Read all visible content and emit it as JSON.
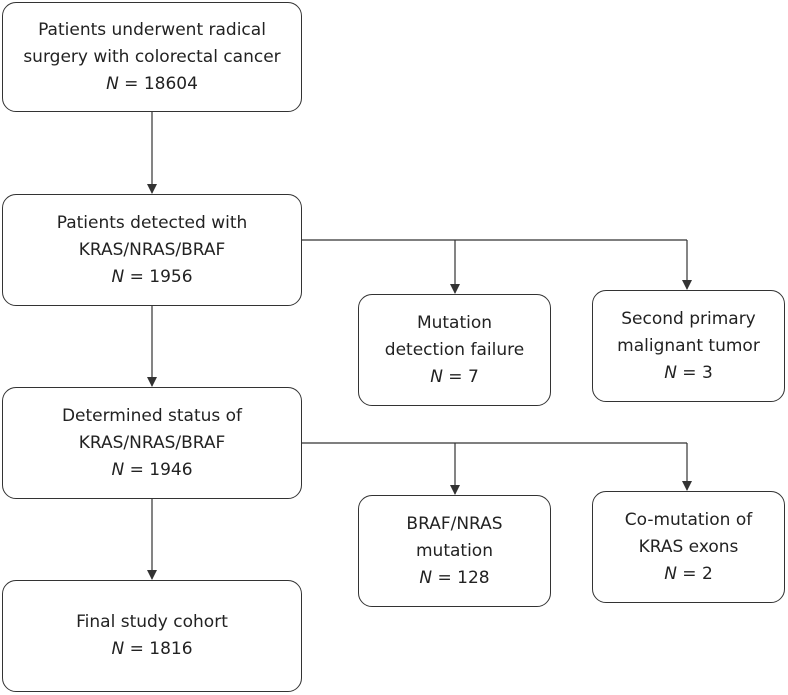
{
  "boxes": {
    "surgery": {
      "lines": [
        "Patients underwent radical",
        "surgery with colorectal cancer"
      ],
      "n_label": "N",
      "n_eq": " = ",
      "n_value": "18604"
    },
    "detected": {
      "lines": [
        "Patients detected with",
        "KRAS/NRAS/BRAF"
      ],
      "n_label": "N",
      "n_eq": " = ",
      "n_value": "1956"
    },
    "failure": {
      "lines": [
        "Mutation",
        "detection failure"
      ],
      "n_label": "N",
      "n_eq": " = ",
      "n_value": "7"
    },
    "second_primary": {
      "lines": [
        "Second primary",
        "malignant tumor"
      ],
      "n_label": "N",
      "n_eq": " = ",
      "n_value": "3"
    },
    "determined": {
      "lines": [
        "Determined status of",
        "KRAS/NRAS/BRAF"
      ],
      "n_label": "N",
      "n_eq": " = ",
      "n_value": "1946"
    },
    "braf_nras": {
      "lines": [
        "BRAF/NRAS",
        "mutation"
      ],
      "n_label": "N",
      "n_eq": " = ",
      "n_value": "128"
    },
    "comutation": {
      "lines": [
        "Co-mutation of",
        "KRAS exons"
      ],
      "n_label": "N",
      "n_eq": " = ",
      "n_value": "2"
    },
    "final": {
      "lines": [
        "Final study cohort"
      ],
      "n_label": "N",
      "n_eq": " = ",
      "n_value": "1816"
    }
  },
  "colors": {
    "stroke": "#333333",
    "text": "#222222",
    "background": "#ffffff"
  }
}
